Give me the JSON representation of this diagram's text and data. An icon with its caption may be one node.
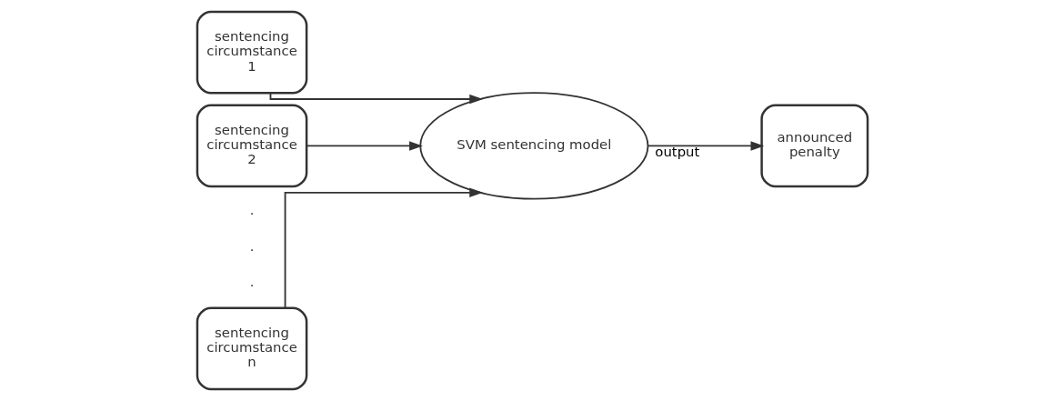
{
  "diagram": {
    "nodes": [
      {
        "text": [
          "sentencing circumstance 1"
        ]
      },
      {
        "text": [
          "sentencing circumstance 2"
        ]
      },
      {
        "text": [
          "sentencing circumstance n"
        ]
      },
      {
        "text": [
          "SVM sentencing model"
        ]
      },
      {
        "text": [
          "announced penalty"
        ]
      }
    ],
    "edges": [
      {
        "from": 0,
        "to": 3,
        "arrow": "to"
      },
      {
        "from": 1,
        "to": 3,
        "arrow": "to"
      },
      {
        "from": 2,
        "to": 3,
        "arrow": "to"
      },
      {
        "from": 3,
        "to": 4,
        "arrow": "to",
        "label": "output"
      }
    ],
    "labels": [
      ".",
      ".",
      "."
    ]
  }
}
